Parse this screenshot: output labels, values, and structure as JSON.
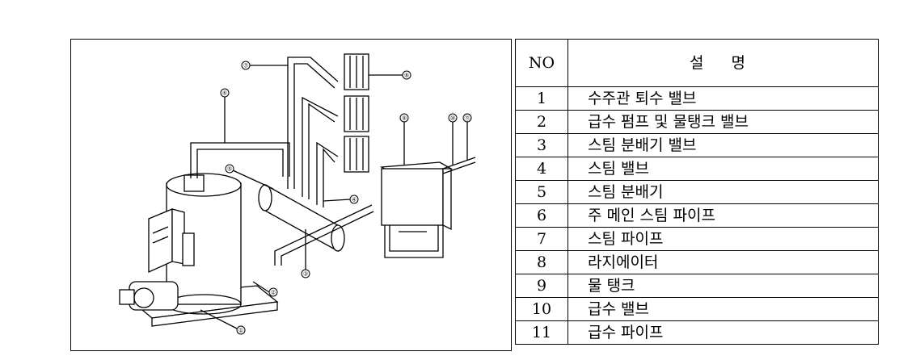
{
  "table": {
    "header": {
      "no": "NO",
      "desc": "설 명"
    },
    "rows": [
      {
        "no": "1",
        "desc": "수주관 퇴수 밸브"
      },
      {
        "no": "2",
        "desc": "급수 펌프 및 물탱크 밸브"
      },
      {
        "no": "3",
        "desc": "스팀 분배기 밸브"
      },
      {
        "no": "4",
        "desc": "스팀 밸브"
      },
      {
        "no": "5",
        "desc": "스팀 분배기"
      },
      {
        "no": "6",
        "desc": "주 메인 스팀 파이프"
      },
      {
        "no": "7",
        "desc": "스팀 파이프"
      },
      {
        "no": "8",
        "desc": "라지에이터"
      },
      {
        "no": "9",
        "desc": "물 탱크"
      },
      {
        "no": "10",
        "desc": "급수 밸브"
      },
      {
        "no": "11",
        "desc": "급수 파이프"
      }
    ]
  },
  "diagram": {
    "callouts": [
      "①",
      "②",
      "③",
      "④",
      "⑤",
      "⑥",
      "⑦",
      "⑧",
      "⑨",
      "⑩",
      "⑪"
    ]
  }
}
